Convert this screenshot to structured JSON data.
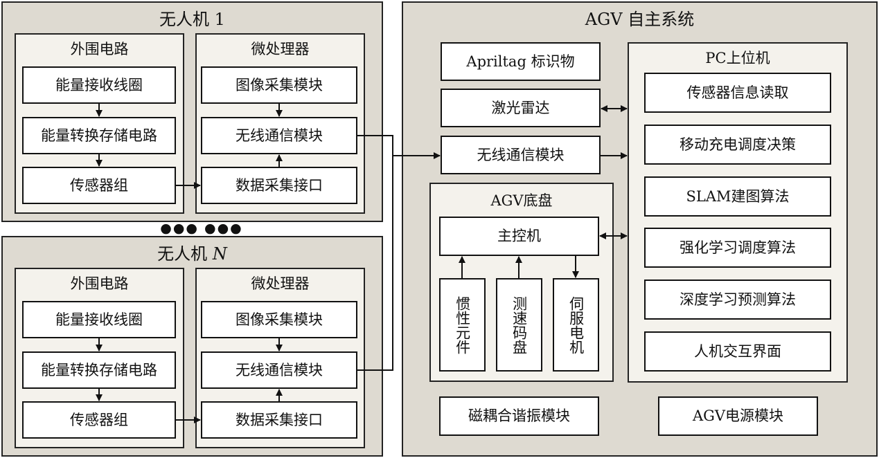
{
  "uav1": {
    "title_main": "无人机",
    "title_num": "1",
    "peripheral": {
      "title": "外围电路",
      "coil": "能量接收线圈",
      "converter": "能量转换存储电路",
      "sensors": "传感器组"
    },
    "micro": {
      "title": "微处理器",
      "image": "图像采集模块",
      "wireless": "无线通信模块",
      "data": "数据采集接口"
    }
  },
  "ellipsis": "●●● ●●●",
  "uavN": {
    "title_main": "无人机",
    "title_num": "N",
    "peripheral": {
      "title": "外围电路",
      "coil": "能量接收线圈",
      "converter": "能量转换存储电路",
      "sensors": "传感器组"
    },
    "micro": {
      "title": "微处理器",
      "image": "图像采集模块",
      "wireless": "无线通信模块",
      "data": "数据采集接口"
    }
  },
  "agv": {
    "title": "AGV 自主系统",
    "apriltag": "Apriltag 标识物",
    "lidar": "激光雷达",
    "wireless": "无线通信模块",
    "chassis": {
      "title": "AGV底盘",
      "main": "主控机",
      "imu": "惯性元件",
      "encoder": "测速码盘",
      "servo": "伺服电机"
    },
    "resonance": "磁耦合谐振模块",
    "power": "AGV电源模块",
    "pc": {
      "title": "PC上位机",
      "items": [
        "传感器信息读取",
        "移动充电调度决策",
        "SLAM建图算法",
        "强化学习调度算法",
        "深度学习预测算法",
        "人机交互界面"
      ]
    }
  },
  "colors": {
    "panel": "#dedad1",
    "subpanel": "#f4f2ec",
    "box": "#ffffff",
    "line": "#111111"
  }
}
